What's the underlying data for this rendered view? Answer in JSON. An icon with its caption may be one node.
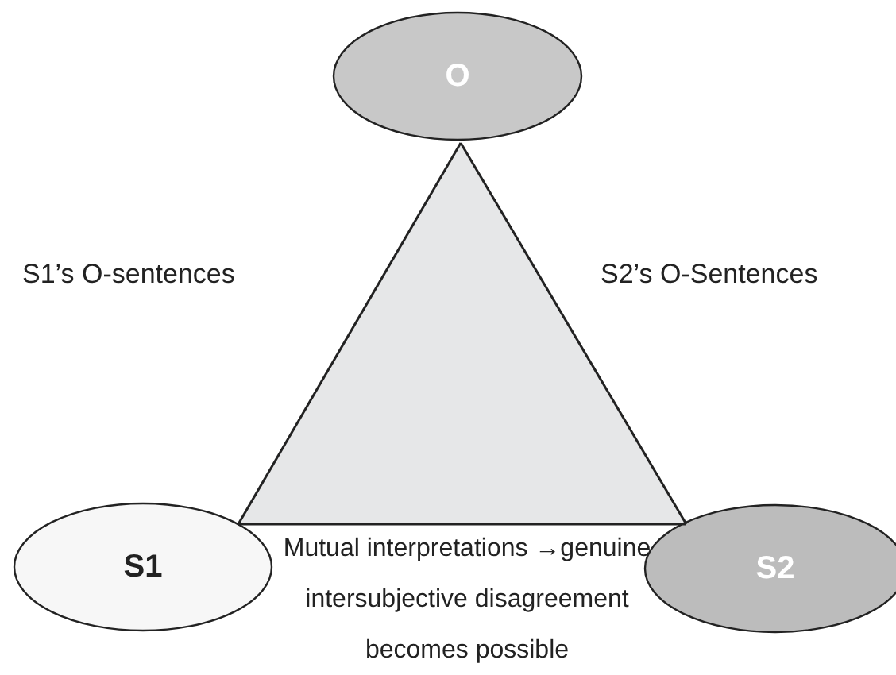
{
  "diagram": {
    "nodes": [
      {
        "text": [
          "O"
        ]
      },
      {
        "text": [
          "S1"
        ]
      },
      {
        "text": [
          "S2"
        ]
      }
    ],
    "edges": [
      {
        "from": 0,
        "to": 1,
        "arrow": "none",
        "label": "S1’s O-sentences"
      },
      {
        "from": 0,
        "to": 2,
        "arrow": "none",
        "label": "S2’s O-Sentences"
      },
      {
        "from": 1,
        "to": 2,
        "arrow": "none",
        "label": "Mutual interpretations →genuine intersubjective disagreement becomes possible"
      }
    ]
  }
}
